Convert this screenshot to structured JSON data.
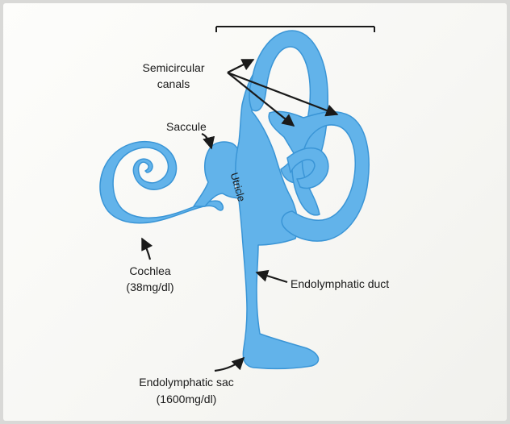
{
  "labels": {
    "semicircular_line1": "Semicircular",
    "semicircular_line2": "canals",
    "saccule": "Saccule",
    "utricle": "Utricle",
    "cochlea_line1": "Cochlea",
    "cochlea_line2": "(38mg/dl)",
    "endolymphatic_duct": "Endolymphatic duct",
    "endolymphatic_sac_line1": "Endolymphatic sac",
    "endolymphatic_sac_line2": "(1600mg/dl)"
  },
  "colors": {
    "labyrinth_fill": "#62b3ea",
    "labyrinth_edge": "#3a95d6",
    "arrow": "#1a1a1a"
  }
}
